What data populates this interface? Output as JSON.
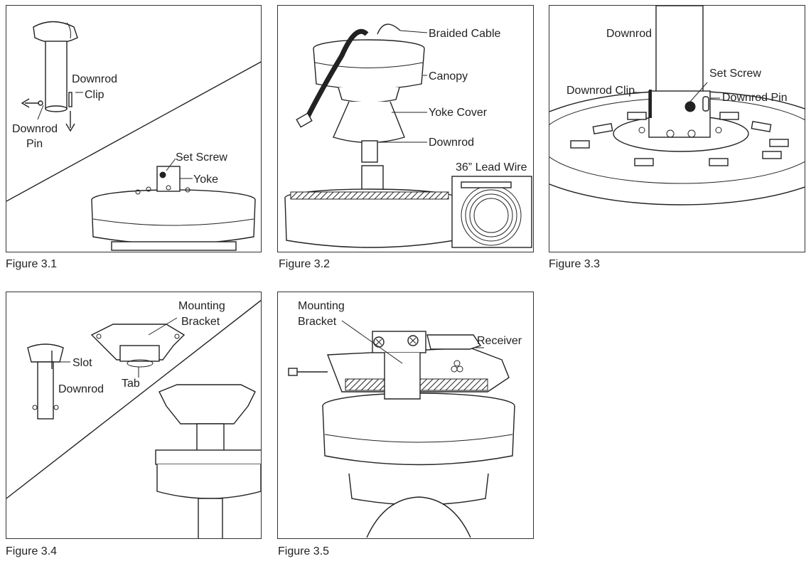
{
  "figures": [
    {
      "id": "3.1",
      "caption": "Figure 3.1",
      "labels": {
        "downrod_clip_1": "Downrod",
        "downrod_clip_2": "Clip",
        "downrod_pin_1": "Downrod",
        "downrod_pin_2": "Pin",
        "set_screw": "Set Screw",
        "yoke": "Yoke"
      }
    },
    {
      "id": "3.2",
      "caption": "Figure 3.2",
      "labels": {
        "braided_cable": "Braided Cable",
        "canopy": "Canopy",
        "yoke_cover": "Yoke Cover",
        "downrod": "Downrod",
        "lead_wire": "36” Lead Wire"
      }
    },
    {
      "id": "3.3",
      "caption": "Figure 3.3",
      "labels": {
        "downrod": "Downrod",
        "set_screw": "Set Screw",
        "downrod_clip": "Downrod Clip",
        "downrod_pin": "Downrod Pin"
      }
    },
    {
      "id": "3.4",
      "caption": "Figure 3.4",
      "labels": {
        "mounting_bracket_1": "Mounting",
        "mounting_bracket_2": "Bracket",
        "slot": "Slot",
        "downrod": "Downrod",
        "tab": "Tab"
      }
    },
    {
      "id": "3.5",
      "caption": "Figure 3.5",
      "labels": {
        "mounting_bracket_1": "Mounting",
        "mounting_bracket_2": "Bracket",
        "receiver": "Receiver"
      }
    }
  ]
}
